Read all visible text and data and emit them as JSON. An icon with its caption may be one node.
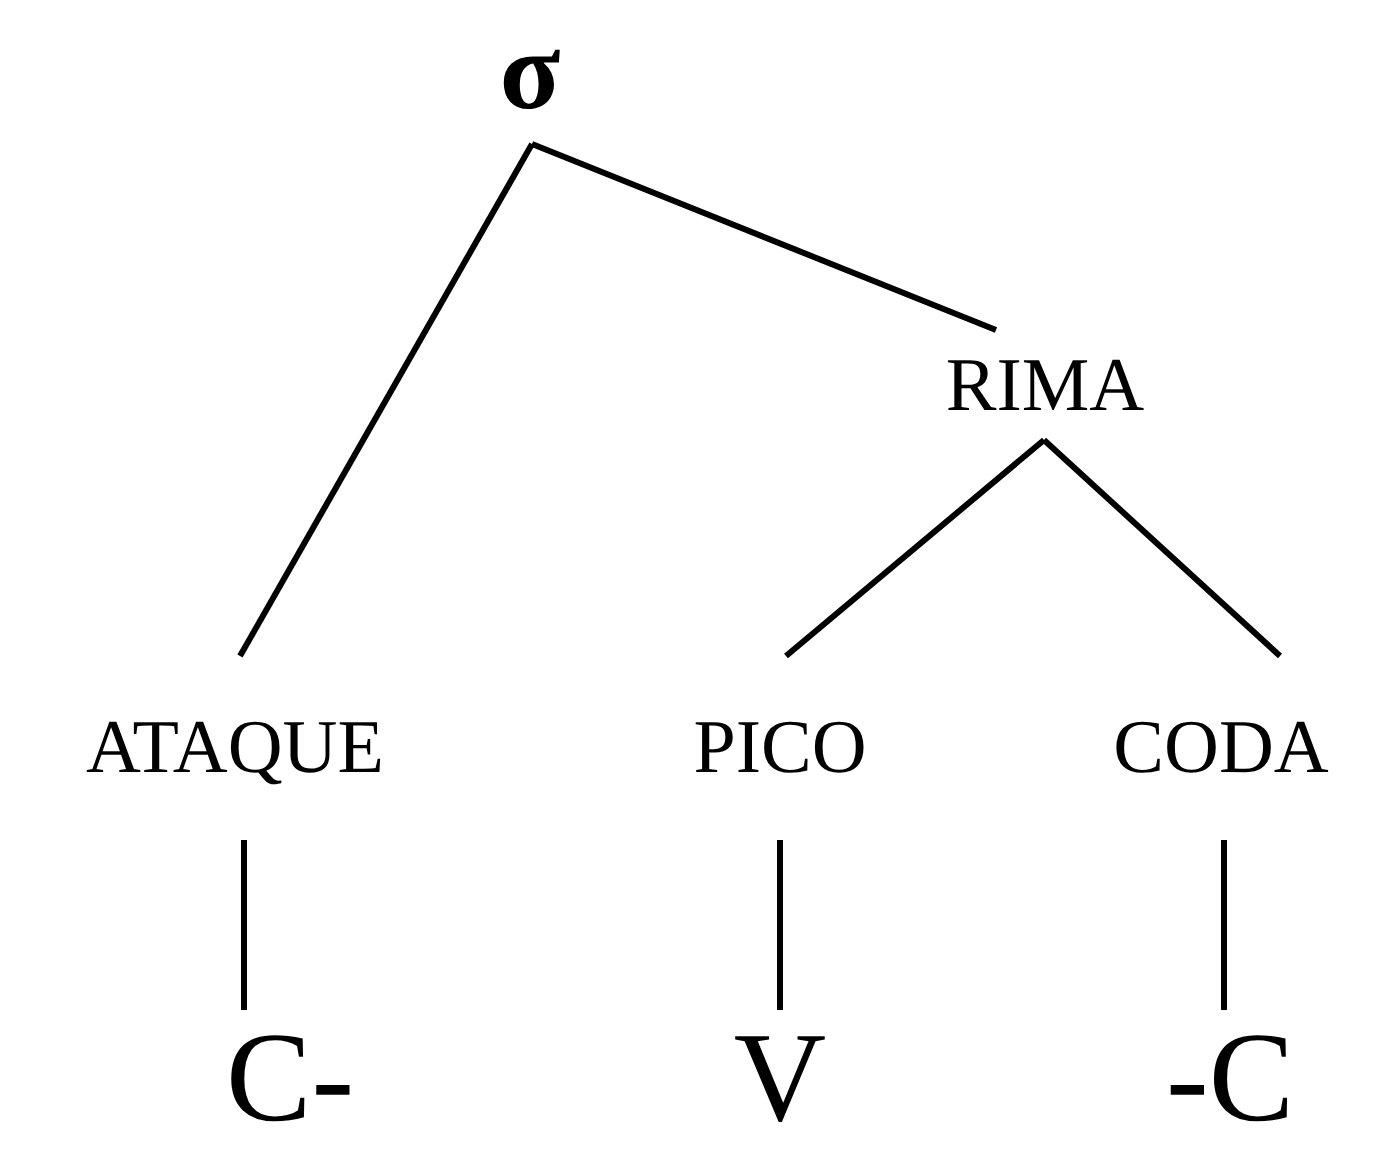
{
  "diagram": {
    "nodes": [
      {
        "text": [
          "σ"
        ]
      },
      {
        "text": [
          "RIMA"
        ]
      },
      {
        "text": [
          "ATAQUE"
        ]
      },
      {
        "text": [
          "PICO"
        ]
      },
      {
        "text": [
          "CODA"
        ]
      },
      {
        "text": [
          "C-"
        ]
      },
      {
        "text": [
          "V"
        ]
      },
      {
        "text": [
          "-C"
        ]
      }
    ],
    "edges": [
      {
        "from": 0,
        "to": 2,
        "arrow": "none"
      },
      {
        "from": 0,
        "to": 1,
        "arrow": "none"
      },
      {
        "from": 1,
        "to": 3,
        "arrow": "none"
      },
      {
        "from": 1,
        "to": 4,
        "arrow": "none"
      },
      {
        "from": 2,
        "to": 5,
        "arrow": "none"
      },
      {
        "from": 3,
        "to": 6,
        "arrow": "none"
      },
      {
        "from": 4,
        "to": 7,
        "arrow": "none"
      }
    ]
  }
}
